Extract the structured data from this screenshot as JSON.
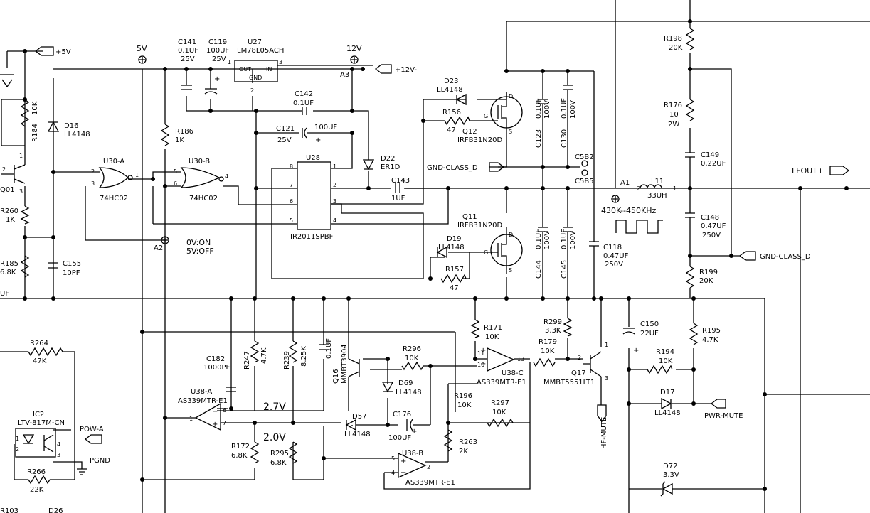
{
  "nets": {
    "plus5v": "+5V",
    "plus12v": "+12V-",
    "v5": "5V",
    "v12": "12V",
    "a1": "A1",
    "a2": "A2",
    "a3": "A3",
    "gnd_class_d_left": "GND-CLASS_D",
    "gnd_class_d_right": "GND-CLASS_D",
    "lfout": "LFOUT+",
    "pow_a": "POW-A",
    "pgnd": "PGND",
    "pwr_mute": "PWR-MUTE",
    "hf_mute": "HF-MUTE",
    "v2_7": "2.7V",
    "v2_0": "2.0V",
    "zero_on": "0V:ON",
    "five_off": "5V:OFF",
    "freq": "430K--450KHz"
  },
  "components": {
    "c141": [
      "C141",
      "0.1UF",
      "25V"
    ],
    "c119": [
      "C119",
      "100UF",
      "25V"
    ],
    "u27": [
      "U27",
      "LM78L05ACH"
    ],
    "u27_pins": [
      "OUT",
      "IN",
      "GND",
      "1",
      "3",
      "2"
    ],
    "c142": [
      "C142",
      "0.1UF"
    ],
    "c121": [
      "C121",
      "25V",
      "100UF"
    ],
    "u28": [
      "U28",
      "IR2011SPBF"
    ],
    "d22": [
      "D22",
      "ER1D"
    ],
    "c143": [
      "C143",
      "1UF"
    ],
    "d23": [
      "D23",
      "LL4148"
    ],
    "r156": [
      "R156",
      "47"
    ],
    "q12": [
      "Q12",
      "IRFB31N20D"
    ],
    "q11": [
      "Q11",
      "IRFB31N20D"
    ],
    "d19": [
      "D19",
      "LL4148"
    ],
    "r157": [
      "R157",
      "47"
    ],
    "c123": [
      "C123",
      "0.1UF",
      "100V"
    ],
    "c130": [
      "C130",
      "0.1UF",
      "100V"
    ],
    "c144": [
      "C144",
      "0.1UF",
      "100V"
    ],
    "c145": [
      "C145",
      "0.1UF",
      "100V"
    ],
    "c5b2": "C5B2",
    "c5b5": "C5B5",
    "c118": [
      "C118",
      "0.47UF",
      "250V"
    ],
    "l11": [
      "L11",
      "33UH"
    ],
    "r198": [
      "R198",
      "20K"
    ],
    "r176": [
      "R176",
      "10",
      "2W"
    ],
    "c149": [
      "C149",
      "0.22UF"
    ],
    "c148": [
      "C148",
      "0.47UF",
      "250V"
    ],
    "r199": [
      "R199",
      "20K"
    ],
    "r184": [
      "R184",
      "10K"
    ],
    "d16": [
      "D16",
      "LL4148"
    ],
    "u30a": [
      "U30-A",
      "74HC02"
    ],
    "u30b": [
      "U30-B",
      "74HC02"
    ],
    "r186": [
      "R186",
      "1K"
    ],
    "r260": [
      "R260",
      "1K"
    ],
    "r185": [
      "R185",
      "6.8K"
    ],
    "c155": [
      "C155",
      "10PF"
    ],
    "q01": "Q01",
    "uf": "UF",
    "c182": [
      "C182",
      "1000PF"
    ],
    "r247": [
      "R247",
      "4.7K"
    ],
    "r239": [
      "R239",
      "8.25K"
    ],
    "c_01": "0.1UF",
    "q16": [
      "Q16",
      "MMBT3904"
    ],
    "r296": [
      "R296",
      "10K"
    ],
    "d69": [
      "D69",
      "LL4148"
    ],
    "u38a": [
      "U38-A",
      "AS339MTR-E1"
    ],
    "u38b": [
      "U38-B",
      "AS339MTR-E1"
    ],
    "u38c": [
      "U38-C",
      "AS339MTR-E1"
    ],
    "r172": [
      "R172",
      "6.8K"
    ],
    "r295": [
      "R295",
      "6.8K"
    ],
    "d57": [
      "D57",
      "LL4148"
    ],
    "c176": [
      "C176",
      "100UF"
    ],
    "r263": [
      "R263",
      "2K"
    ],
    "r196": [
      "R196",
      "10K"
    ],
    "r297": [
      "R297",
      "10K"
    ],
    "r171": [
      "R171",
      "10K"
    ],
    "r179": [
      "R179",
      "10K"
    ],
    "r299": [
      "R299",
      "3.3K"
    ],
    "q17": [
      "Q17",
      "MMBT5551LT1"
    ],
    "c150": [
      "C150",
      "22UF"
    ],
    "r195": [
      "R195",
      "4.7K"
    ],
    "r194": [
      "R194",
      "10K"
    ],
    "d17": [
      "D17",
      "LL4148"
    ],
    "d72": [
      "D72",
      "3.3V"
    ],
    "r264": [
      "R264",
      "47K"
    ],
    "ic2": [
      "IC2",
      "LTV-817M-CN"
    ],
    "r266": [
      "R266",
      "22K"
    ],
    "r103": "R103",
    "d26": "D26"
  },
  "pins": {
    "u30a": [
      "2",
      "3",
      "1"
    ],
    "u30b": [
      "5",
      "6",
      "4"
    ],
    "u28": [
      "8",
      "1",
      "7",
      "2",
      "6",
      "3",
      "5",
      "4"
    ],
    "q12": [
      "D",
      "G",
      "S"
    ],
    "q11": [
      "D",
      "G",
      "S"
    ],
    "u38a": [
      "6",
      "7",
      "1"
    ],
    "u38b": [
      "5",
      "4",
      "2"
    ],
    "u38c": [
      "11",
      "10",
      "13"
    ],
    "q17": [
      "1",
      "2",
      "3"
    ],
    "ic2": [
      "1",
      "2",
      "4",
      "3"
    ],
    "l11": [
      "2",
      "1"
    ],
    "q01_pins": [
      "2",
      "1",
      "3"
    ]
  }
}
